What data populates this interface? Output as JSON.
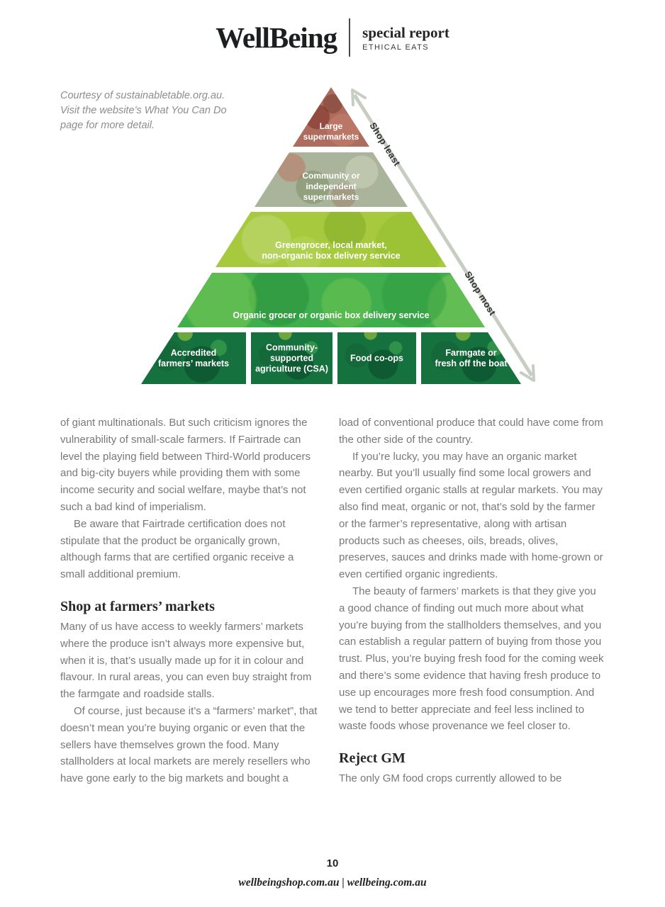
{
  "header": {
    "logo": "WellBeing",
    "tagline_title": "special report",
    "tagline_subtitle": "ETHICAL EATS"
  },
  "caption": {
    "line1": "Courtesy of sustainabletable.org.au.",
    "line2": "Visit the website’s What You Can Do",
    "line3": "page for more detail."
  },
  "pyramid": {
    "arrow_top_label": "Shop least",
    "arrow_bottom_label": "Shop most",
    "arrow_color": "#c7cdc2",
    "levels": [
      {
        "label": "Large supermarkets",
        "color": "#ad6c5d",
        "lines": {
          "0": "Large",
          "1": "supermarkets"
        }
      },
      {
        "label": "Community or independent supermarkets",
        "color": "#a9b49b",
        "lines": {
          "0": "Community or",
          "1": "independent",
          "2": "supermarkets"
        }
      },
      {
        "label": "Greengrocer, local market, non-organic box delivery service",
        "color": "#a6c93e",
        "lines": {
          "0": "Greengrocer, local market,",
          "1": "non-organic box delivery service"
        }
      },
      {
        "label": "Organic grocer or organic box delivery service",
        "color": "#41ae4d",
        "lines": {
          "0": "Organic grocer or organic box delivery service"
        }
      }
    ],
    "base_segments": [
      {
        "label": "Accredited farmers’ markets",
        "color": "#15713e",
        "lines": {
          "0": "Accredited",
          "1": "farmers’ markets"
        }
      },
      {
        "label": "Community-supported agriculture (CSA)",
        "color": "#15713e",
        "lines": {
          "0": "Community-",
          "1": "supported",
          "2": "agriculture (CSA)"
        }
      },
      {
        "label": "Food co-ops",
        "color": "#15713e",
        "lines": {
          "0": "Food co-ops"
        }
      },
      {
        "label": "Farmgate or fresh off the boat",
        "color": "#15713e",
        "lines": {
          "0": "Farmgate or",
          "1": "fresh off the boat"
        }
      }
    ]
  },
  "article": {
    "left": {
      "p1": "of giant multinationals. But such criticism ignores the vulnerability of small-scale farmers. If Fairtrade can level the playing field between Third-World producers and big-city buyers while providing them with some income security and social welfare, maybe that’s not such a bad kind of imperialism.",
      "p2": "Be aware that Fairtrade certification does not stipulate that the product be organically grown, although farms that are certified organic receive a small additional premium.",
      "h1": "Shop at farmers’ markets",
      "p3": "Many of us have access to weekly farmers’ markets where the produce isn’t always more expensive but, when it is, that’s usually made up for it in colour and flavour. In rural areas, you can even buy straight from the farmgate and roadside stalls.",
      "p4": "Of course, just because it’s a “farmers’ market”, that doesn’t mean you’re buying organic or even that the sellers have themselves grown the food. Many stallholders at local markets are merely resellers who have gone early to the big markets and bought a"
    },
    "right": {
      "p1": "load of conventional produce that could have come from the other side of the country.",
      "p2": "If you’re lucky, you may have an organic market nearby. But you’ll usually find some local growers and even certified organic stalls at regular markets. You may also find meat, organic or not, that’s sold by the farmer or the farmer’s representative, along with artisan products such as cheeses, oils, breads, olives, preserves, sauces and drinks made with home-grown or even certified organic ingredients.",
      "p3": "The beauty of farmers’ markets is that they give you a good chance of finding out much more about what you’re buying from the stallholders themselves, and you can establish a regular pattern of buying from those you trust. Plus, you’re buying fresh food for the coming week and there’s some evidence that having fresh produce to use up encourages more fresh food consumption. And we tend to better appreciate and feel less inclined to waste foods whose provenance we feel closer to.",
      "h1": "Reject GM",
      "p4": "The only GM food crops currently allowed to be"
    }
  },
  "footer": {
    "page_number": "10",
    "links": "wellbeingshop.com.au | wellbeing.com.au"
  }
}
